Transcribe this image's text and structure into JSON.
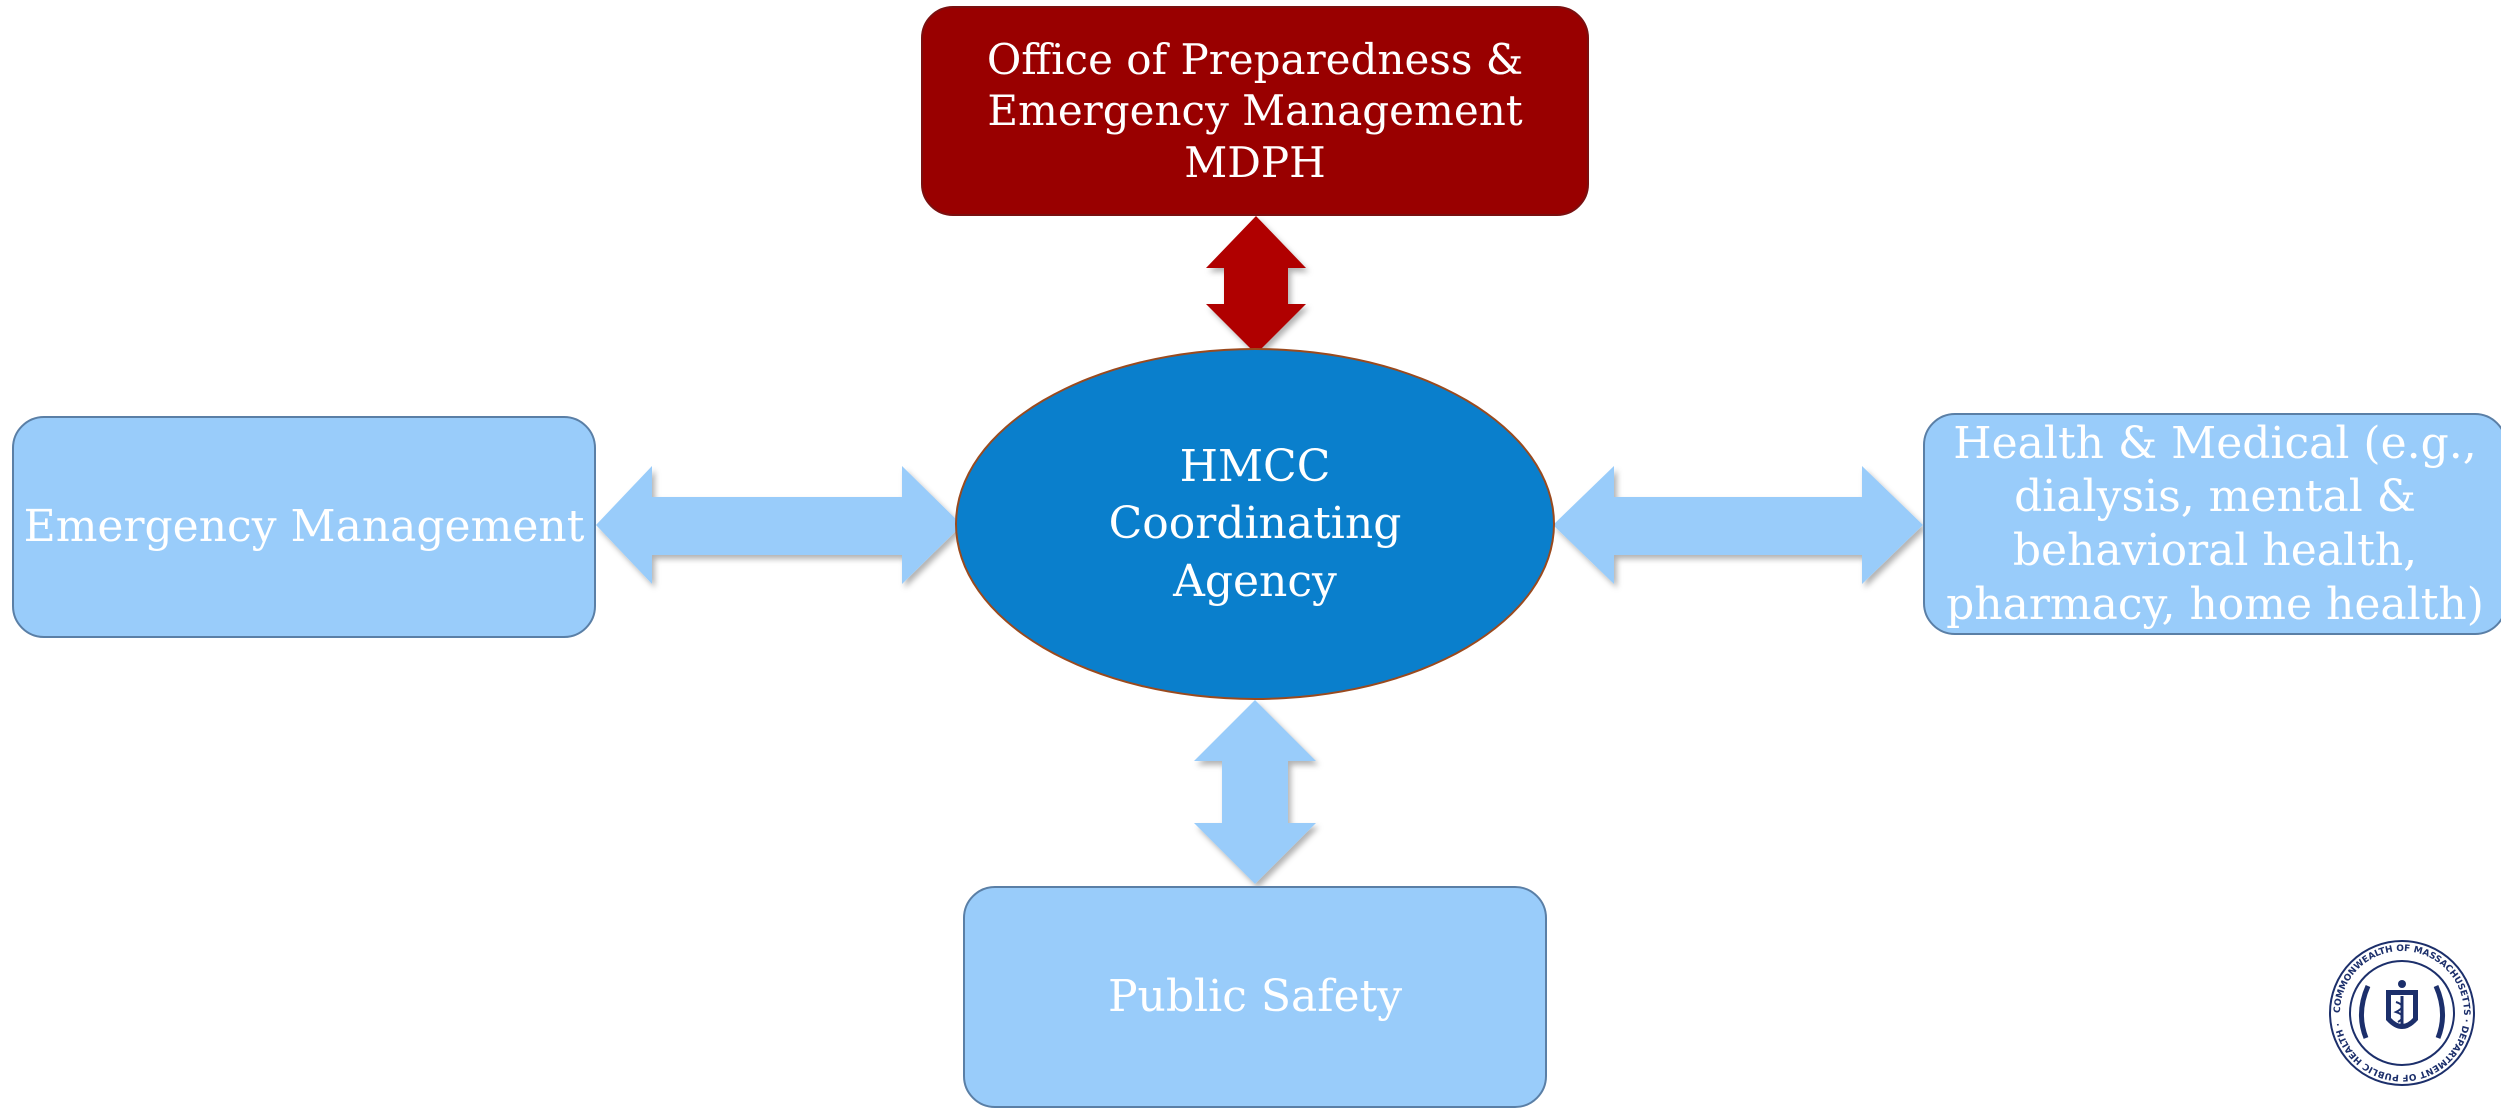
{
  "diagram": {
    "top_box": {
      "lines": [
        "Office of Preparedness &",
        "Emergency Management",
        "MDPH"
      ],
      "color": "#990000"
    },
    "center": {
      "lines": [
        "HMCC",
        "Coordinating",
        "Agency"
      ],
      "color": "#0a7fcc"
    },
    "left_box": {
      "label": "Emergency Management",
      "color": "#99ccfa"
    },
    "right_box": {
      "lines": [
        "Health & Medical (e.g.,",
        "dialysis, mental &",
        "behavioral health,",
        "pharmacy, home health)"
      ],
      "color": "#99ccfa"
    },
    "bottom_box": {
      "label": "Public Safety",
      "color": "#99ccfa"
    },
    "arrows": {
      "top_color": "#b00000",
      "side_color": "#99ccfa"
    },
    "logo": {
      "name": "massachusetts-dph-seal-icon",
      "text": "COMMONWEALTH OF MASSACHUSETTS DEPARTMENT OF PUBLIC HEALTH"
    }
  }
}
